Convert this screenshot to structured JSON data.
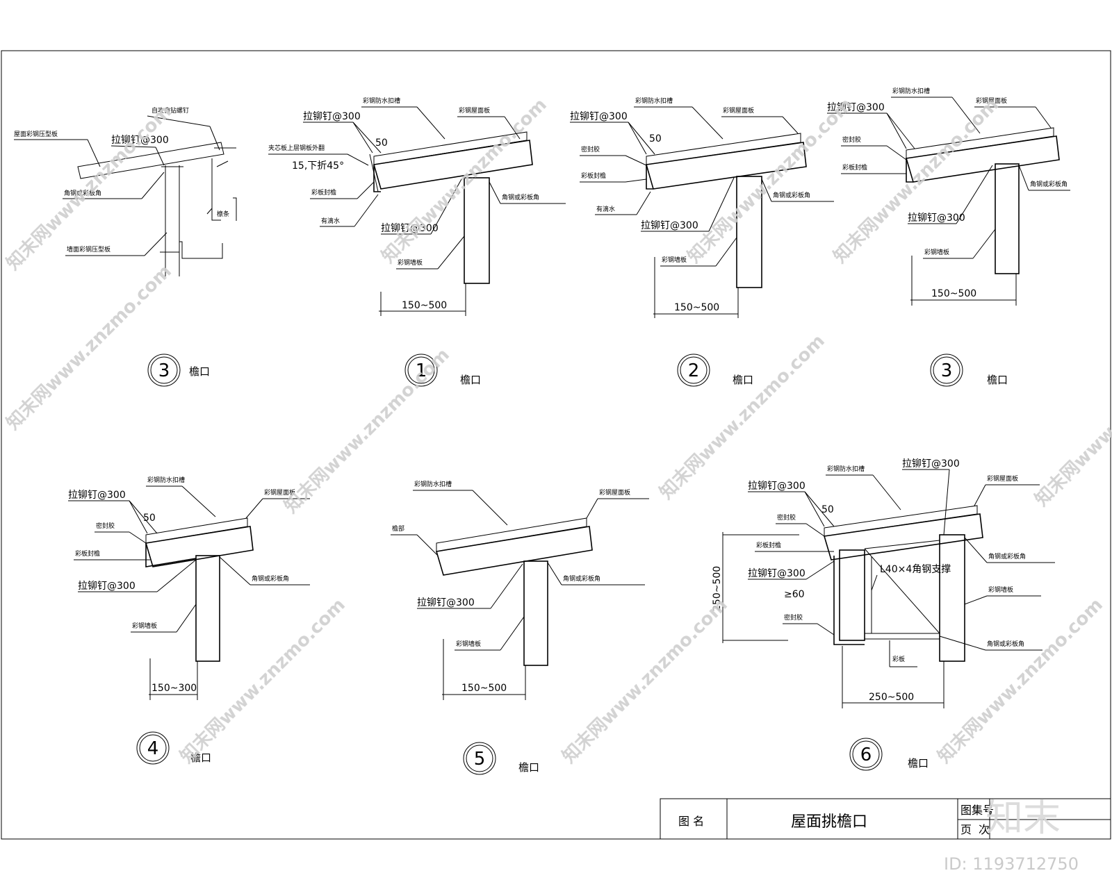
{
  "title_block": {
    "name_label": "图 名",
    "name_value": "屋面挑檐口",
    "atlas_label": "图集号",
    "page_label": "页",
    "page_value": "次"
  },
  "watermark": {
    "text": "知末网www.znzmo.com",
    "logo": "知末",
    "id": "ID: 1193712750"
  },
  "details": [
    {
      "num": "3",
      "caption": "檐口",
      "labels": [
        "自攻自钻螺钉",
        "屋面彩钢压型板",
        "拉铆钉@300",
        "角钢或彩板角",
        "檩条",
        "墙面彩钢压型板"
      ]
    },
    {
      "num": "1",
      "caption": "檐口",
      "labels": [
        "彩钢防水扣槽",
        "彩钢屋面板",
        "拉铆钉@300",
        "50",
        "夹芯板上层钢板外翻",
        "15,下折45°",
        "彩板封檐",
        "角钢或彩板角",
        "有滴水",
        "拉铆钉@300",
        "彩钢墙板"
      ],
      "dimension": "150~500"
    },
    {
      "num": "2",
      "caption": "檐口",
      "labels": [
        "彩钢防水扣槽",
        "彩钢屋面板",
        "拉铆钉@300",
        "50",
        "密封胶",
        "彩板封檐",
        "角钢或彩板角",
        "有滴水",
        "拉铆钉@300",
        "彩钢墙板"
      ],
      "dimension": "150~500"
    },
    {
      "num": "3",
      "caption": "檐口",
      "labels": [
        "彩钢防水扣槽",
        "彩钢屋面板",
        "拉铆钉@300",
        "密封胶",
        "彩板封檐",
        "角钢或彩板角",
        "拉铆钉@300",
        "彩钢墙板"
      ],
      "dimension": "150~500"
    },
    {
      "num": "4",
      "caption": "檐口",
      "labels": [
        "彩钢防水扣槽",
        "拉铆钉@300",
        "彩钢屋面板",
        "50",
        "密封胶",
        "彩板封檐",
        "拉铆钉@300",
        "角钢或彩板角",
        "彩钢墙板"
      ],
      "dimension": "150~300"
    },
    {
      "num": "5",
      "caption": "檐口",
      "labels": [
        "彩钢防水扣槽",
        "彩钢屋面板",
        "檐部",
        "拉铆钉@300",
        "角钢或彩板角",
        "彩钢墙板"
      ],
      "dimension": "150~500"
    },
    {
      "num": "6",
      "caption": "檐口",
      "labels": [
        "彩钢防水扣槽",
        "拉铆钉@300",
        "拉铆钉@300",
        "彩钢屋面板",
        "50",
        "密封胶",
        "彩板封檐",
        "角钢或彩板角",
        "拉铆钉@300",
        "L40×4角钢支撑",
        "彩钢墙板",
        "≥60",
        "密封胶",
        "角钢或彩板角",
        "彩板"
      ],
      "dimension": "250~500",
      "dimension_v": "250~500"
    }
  ]
}
